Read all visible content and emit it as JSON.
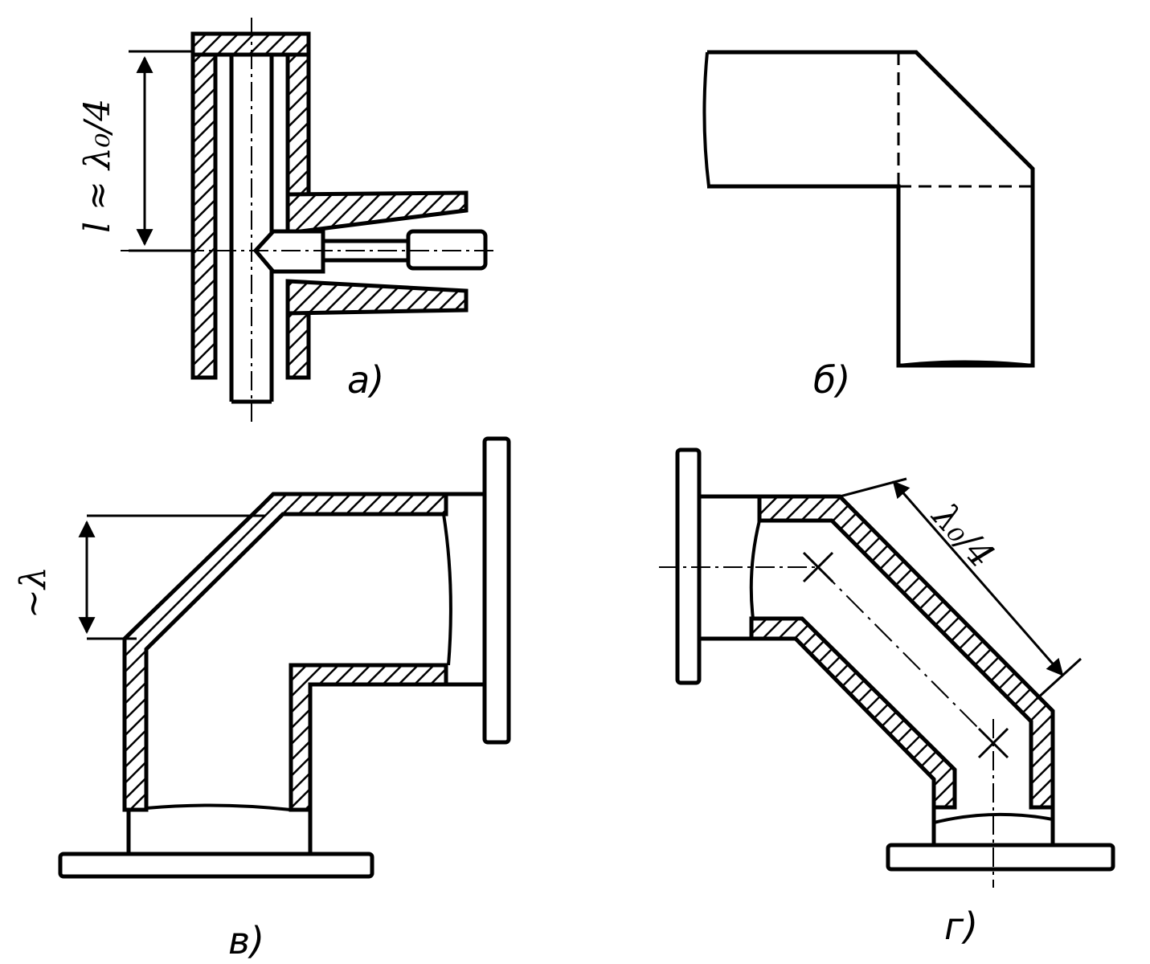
{
  "figure": {
    "labels": {
      "a": "a)",
      "b": "б)",
      "c": "в)",
      "d": "г)"
    },
    "dimensions": {
      "quarter_wave_tee": "l ≈ λ₀/4",
      "lambda_step": "~λ",
      "quarter_wave_bend": "λ₀/4"
    },
    "colors": {
      "ink": "#000000",
      "paper": "#ffffff"
    }
  }
}
